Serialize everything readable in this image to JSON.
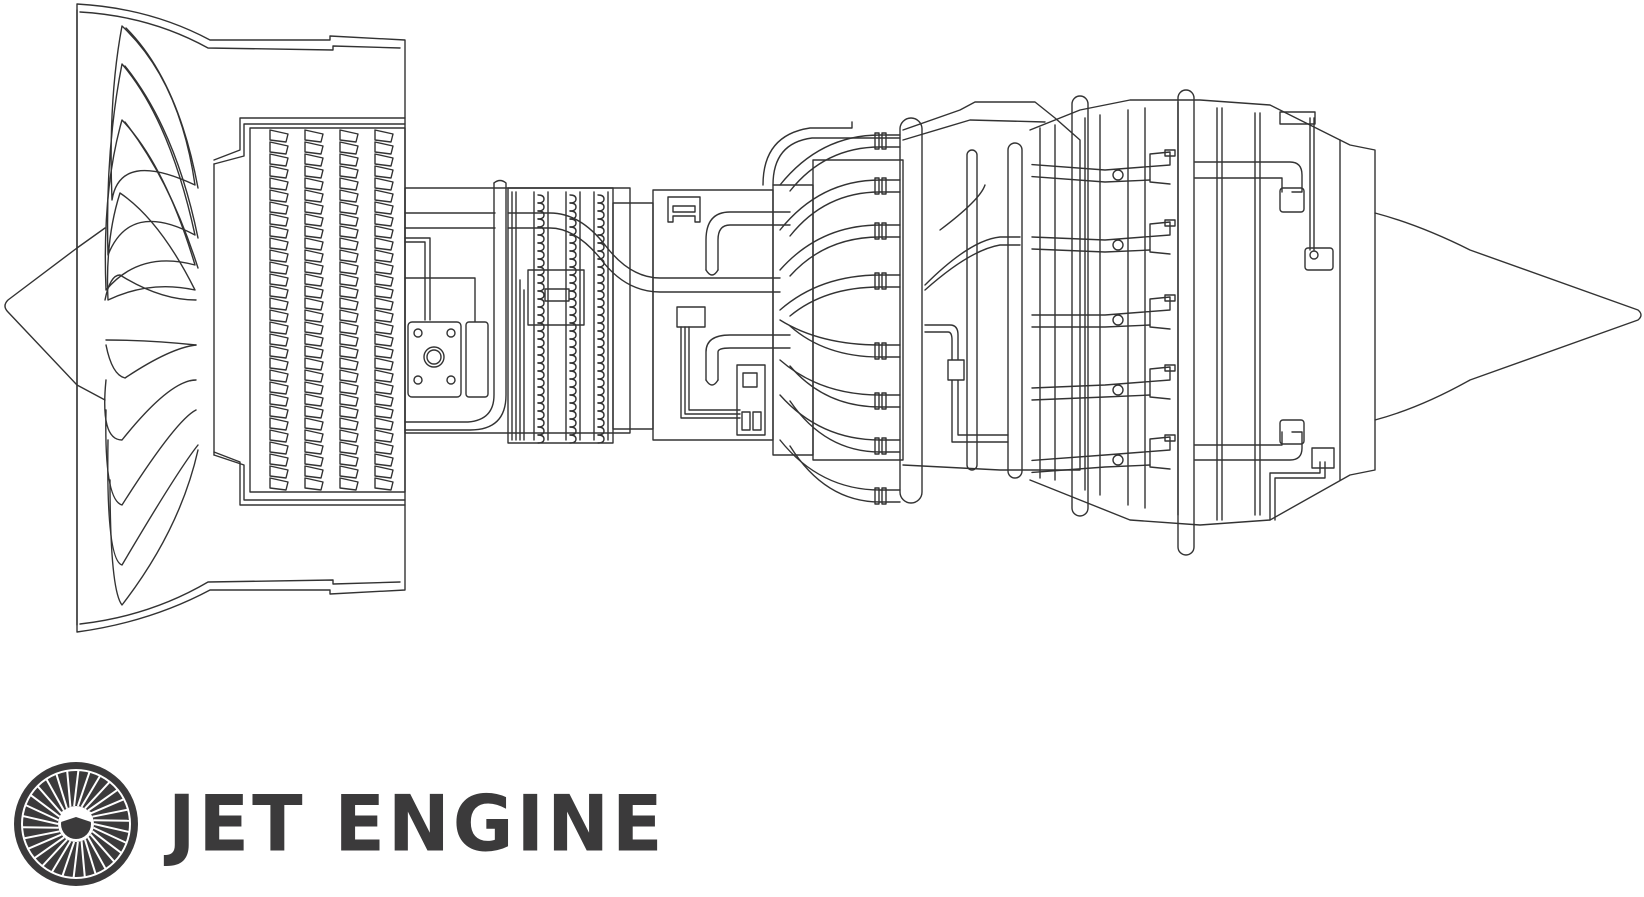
{
  "illustration": {
    "subject": "jet engine cutaway line drawing",
    "stroke_color": "#333333",
    "background": "#ffffff",
    "sections": [
      "fan",
      "nacelle",
      "compressor",
      "accessory-gearbox",
      "combustor",
      "turbine",
      "exhaust-cone"
    ]
  },
  "brand": {
    "title": "JET ENGINE",
    "logo_icon": "turbofan-wheel-icon",
    "color": "#3b3a3b"
  }
}
